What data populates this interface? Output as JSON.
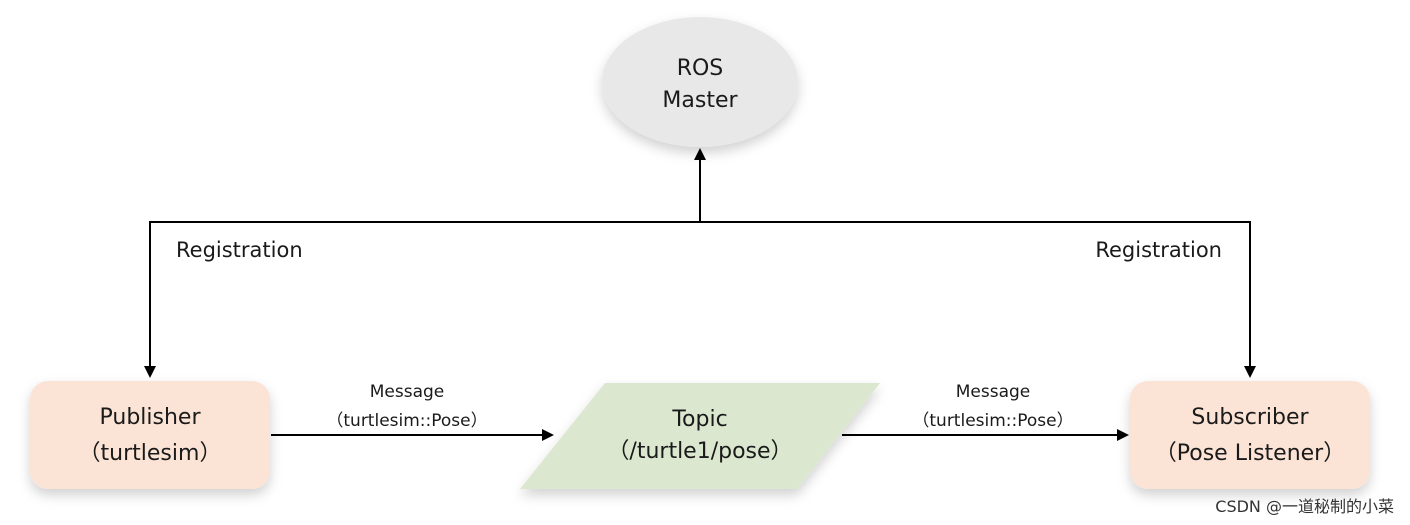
{
  "nodes": {
    "master": {
      "line1": "ROS",
      "line2": "Master"
    },
    "publisher": {
      "line1": "Publisher",
      "line2": "（turtlesim）"
    },
    "topic": {
      "line1": "Topic",
      "line2": "（/turtle1/pose）"
    },
    "subscriber": {
      "line1": "Subscriber",
      "line2": "（Pose Listener）"
    }
  },
  "edges": {
    "registration_left": "Registration",
    "registration_right": "Registration",
    "message_left": {
      "line1": "Message",
      "line2": "（turtlesim::Pose）"
    },
    "message_right": {
      "line1": "Message",
      "line2": "（turtlesim::Pose）"
    }
  },
  "watermark": "CSDN @一道秘制的小菜",
  "colors": {
    "master_fill": "#e8e8e8",
    "publisher_fill": "#fbe3d6",
    "subscriber_fill": "#fbe3d6",
    "topic_fill": "#dbe8cf",
    "line": "#000000"
  }
}
